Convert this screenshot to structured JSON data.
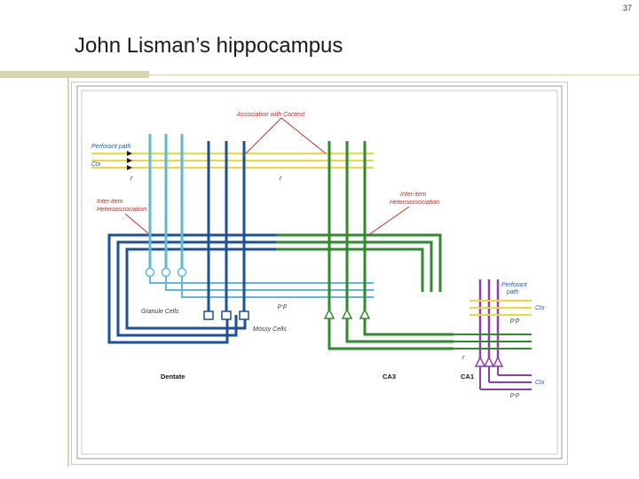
{
  "slide": {
    "number": "37",
    "title": "John Lisman’s hippocampus"
  },
  "figure": {
    "labels": {
      "association_with_context": "Association with Context",
      "perforant_path_left": "Perforant path",
      "ctx_left": "Ctx",
      "r_left": "r",
      "r_mid": "r",
      "inter_item_left_line1": "Inter-item",
      "inter_item_left_line2": "Heteroassociation",
      "inter_item_right_line1": "Inter-item",
      "inter_item_right_line2": "Heteroassociation",
      "granule_cells": "Granule Cells",
      "mossy_cells": "Mossy Cells",
      "pp": "p-p",
      "perforant_path_right_line1": "Perforant",
      "perforant_path_right_line2": "path",
      "ctx_right_top": "Ctx",
      "pp_right_top": "p-p",
      "r_right": "r",
      "ctx_right_bottom": "Ctx",
      "pp_right_bottom": "p-p"
    },
    "regions": {
      "dentate": "Dentate",
      "ca3": "CA3",
      "ca1": "CA1"
    },
    "colors": {
      "yellow": "#e8dc3c",
      "dark_blue": "#1e4f9a",
      "light_blue": "#5fb8d8",
      "green": "#2f8a2f",
      "purple": "#8b3fa8",
      "red_label": "#c0302a",
      "blue_label": "#2a5aa8"
    }
  }
}
